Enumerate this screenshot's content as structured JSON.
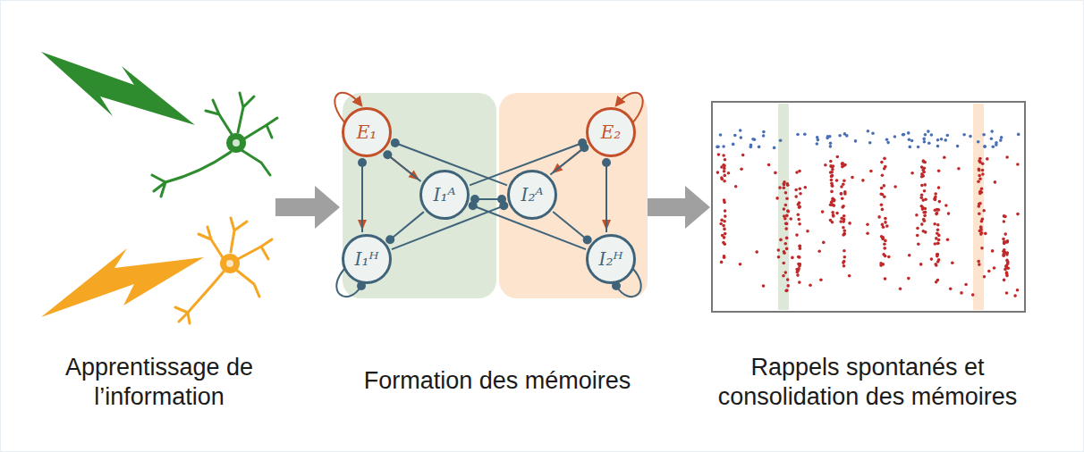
{
  "diagram": {
    "nodes": [
      {
        "text": [
          "E₁"
        ]
      },
      {
        "text": [
          "E₂"
        ]
      },
      {
        "text": [
          "I₁ᴬ"
        ]
      },
      {
        "text": [
          "I₂ᴬ"
        ]
      },
      {
        "text": [
          "I₁ᴴ"
        ]
      },
      {
        "text": [
          "I₂ᴴ"
        ]
      }
    ],
    "edges": [
      {
        "from": 0,
        "to": 2,
        "arrow": "to"
      },
      {
        "from": 0,
        "to": 4,
        "arrow": "to"
      },
      {
        "from": 2,
        "to": 0,
        "arrow": "to"
      },
      {
        "from": 4,
        "to": 0,
        "arrow": "to"
      },
      {
        "from": 2,
        "to": 4,
        "arrow": "to"
      },
      {
        "from": 1,
        "to": 3,
        "arrow": "to"
      },
      {
        "from": 1,
        "to": 5,
        "arrow": "to"
      },
      {
        "from": 3,
        "to": 1,
        "arrow": "to"
      },
      {
        "from": 5,
        "to": 1,
        "arrow": "to"
      },
      {
        "from": 3,
        "to": 5,
        "arrow": "to"
      },
      {
        "from": 2,
        "to": 3,
        "arrow": "to"
      },
      {
        "from": 3,
        "to": 2,
        "arrow": "to"
      },
      {
        "from": 2,
        "to": 1,
        "arrow": "to"
      },
      {
        "from": 3,
        "to": 0,
        "arrow": "to"
      },
      {
        "from": 4,
        "to": 3,
        "arrow": "to"
      },
      {
        "from": 5,
        "to": 2,
        "arrow": "to"
      }
    ],
    "labels": [
      "Apprentissage de l’information",
      "Formation des mémoires",
      "Rappels spontanés et consolidation des mémoires"
    ]
  }
}
